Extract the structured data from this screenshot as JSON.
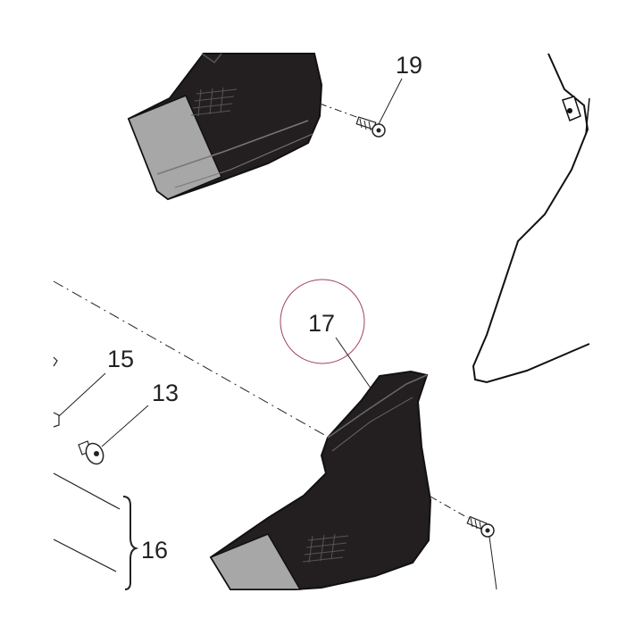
{
  "diagram": {
    "callouts": [
      {
        "id": "19",
        "label": "19"
      },
      {
        "id": "17",
        "label": "17"
      },
      {
        "id": "15",
        "label": "15"
      },
      {
        "id": "13",
        "label": "13"
      },
      {
        "id": "16",
        "label": "16"
      }
    ],
    "colors": {
      "part_black": "#231f20",
      "part_grey": "#a7a7a7",
      "line": "#1a1a1a",
      "highlight_circle": "#a0445a"
    }
  }
}
